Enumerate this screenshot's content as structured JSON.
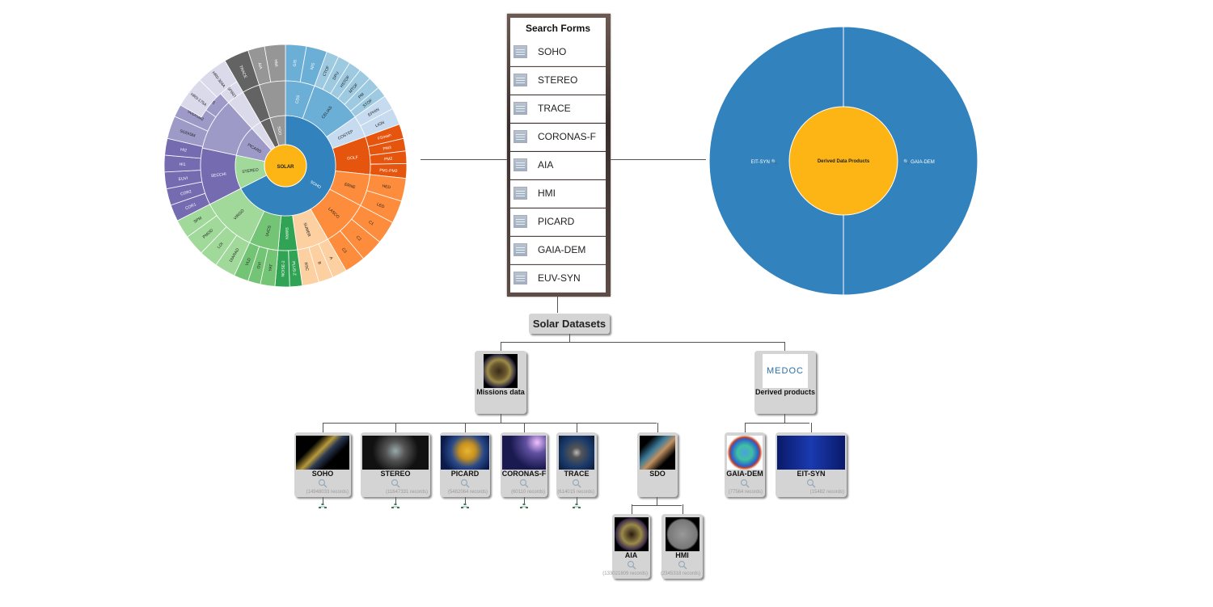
{
  "search_forms": {
    "title": "Search Forms",
    "items": [
      "SOHO",
      "STEREO",
      "TRACE",
      "CORONAS-F",
      "AIA",
      "HMI",
      "PICARD",
      "GAIA-DEM",
      "EUV-SYN"
    ]
  },
  "sunburst_missions": {
    "center_label": "SOLAR",
    "rings": {
      "SOHO": {
        "label": "SOHO",
        "instruments": [
          "CDS",
          "CELIAS",
          "COSTEP",
          "GOLF",
          "ERNE",
          "LASCO",
          "SUMER",
          "SWAN",
          "UVCS",
          "VIRGO"
        ]
      },
      "STEREO": {
        "label": "STEREO",
        "instruments": [
          "SECCHI"
        ]
      },
      "PICARD": {
        "label": "PICARD",
        "instruments": [
          "SODISM",
          "SODISM2",
          "PREMOS"
        ]
      },
      "CORONAS-F": {
        "label": "CORONAS-F",
        "instruments": [
          "SPIRIT"
        ]
      },
      "TRACE": {
        "label": "TRACE",
        "instruments": [
          "TRACE"
        ]
      },
      "SDO": {
        "label": "SDO",
        "instruments": [
          "AIA",
          "HMI"
        ]
      }
    },
    "outer_labels": {
      "CDS": [
        "GIS",
        "NIS"
      ],
      "CELIAS": [
        "CTOF",
        "DPU",
        "HSTOF",
        "MTOF",
        "PM",
        "STOF"
      ],
      "COSTEP": [
        "EPHIN",
        "LION"
      ],
      "GOLF": [
        "FSmain",
        "PM3",
        "PM2",
        "PM1-PM2"
      ],
      "ERNE": [
        "HED",
        "LED"
      ],
      "LASCO": [
        "C1",
        "C2",
        "C3"
      ],
      "SUMER": [
        "A",
        "B",
        "RSC"
      ],
      "SWAN": [
        "NOISE-2",
        "PLUS-Z"
      ],
      "UVCS": [
        "YAT",
        "OVI",
        "VLD"
      ],
      "VIRGO": [
        "DIARAD",
        "LOI",
        "PMOD",
        "SPM"
      ],
      "SECCHI": [
        "COR1",
        "COR2",
        "EUVI",
        "HI1",
        "HI2"
      ],
      "SPIRIT": [
        "HR0-304A",
        "HR0-175A"
      ]
    }
  },
  "sunburst_derived": {
    "center_label": "Derived Data Products",
    "left_label": "EIT-SYN",
    "right_label": "GAIA-DEM"
  },
  "tree": {
    "root": "Solar Datasets",
    "groups": [
      {
        "name": "Missions data"
      },
      {
        "name": "Derived products",
        "logo_text": "MEDOC"
      }
    ],
    "missions": [
      {
        "name": "SOHO",
        "records": "(14948033 records)"
      },
      {
        "name": "STEREO",
        "records": "(11647331 records)"
      },
      {
        "name": "PICARD",
        "records": "(5482064 records)"
      },
      {
        "name": "CORONAS-F",
        "records": "(60110 records)"
      },
      {
        "name": "TRACE",
        "records": "(614015 records)"
      },
      {
        "name": "SDO",
        "records": ""
      }
    ],
    "sdo_children": [
      {
        "name": "AIA",
        "records": "(133021809 records)"
      },
      {
        "name": "HMI",
        "records": "(2345318 records)"
      }
    ],
    "derived": [
      {
        "name": "GAIA-DEM",
        "records": "(77564 records)"
      },
      {
        "name": "EIT-SYN",
        "records": "(15482 records)"
      }
    ]
  },
  "colors": {
    "soho_blue": "#3182bd",
    "gold": "#fdb515",
    "orange_dark": "#e6550d",
    "orange_mid": "#fd8d3c",
    "orange_light": "#fdd0a2",
    "green_dark": "#31a354",
    "green_mid": "#74c476",
    "green_light": "#a1d99b",
    "purple_dark": "#756bb1",
    "purple_mid": "#9e9ac8",
    "purple_light": "#dadaeb",
    "grey_dark": "#636363",
    "grey_mid": "#969696",
    "light_blue": "#6baed6",
    "pale_blue": "#c6dbef"
  }
}
